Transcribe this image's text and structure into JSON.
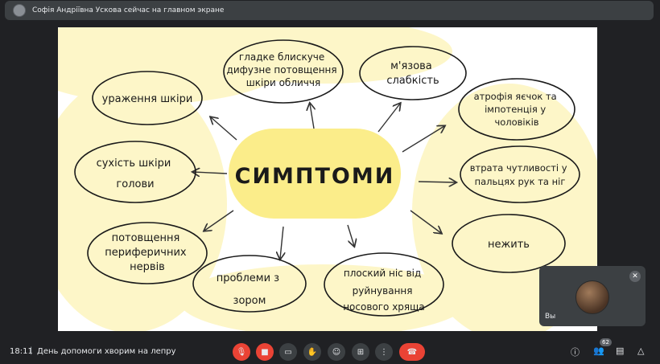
{
  "presenter": {
    "text": "Софія Андріївна Ускова сейчас на главном экране"
  },
  "slide": {
    "title": "СИМПТОМИ",
    "items": [
      [
        "гладке блискуче",
        "дифузне потовщення",
        "шкіри обличчя"
      ],
      [
        "м'язова",
        "слабкість"
      ],
      [
        "атрофія яєчок та",
        "імпотенція у",
        "чоловіків"
      ],
      [
        "втрата чутливості у",
        "пальцях рук та ніг"
      ],
      [
        "нежить"
      ],
      [
        "плоский ніс від",
        "руйнування",
        "носового хряща"
      ],
      [
        "проблеми з",
        "зором"
      ],
      [
        "потовщення",
        "периферичних",
        "нервів"
      ],
      [
        "сухість шкіри",
        "голови"
      ],
      [
        "ураження шкіри"
      ]
    ]
  },
  "self_view": {
    "label": "Вы"
  },
  "bottom": {
    "time": "18:11",
    "separator": "|",
    "meeting_title": "День допомоги хворим на лепру",
    "participants_count": "62"
  },
  "colors": {
    "accent_red": "#ea4335",
    "center_fill": "#fbed8a",
    "blob": "#fdf6c8"
  }
}
